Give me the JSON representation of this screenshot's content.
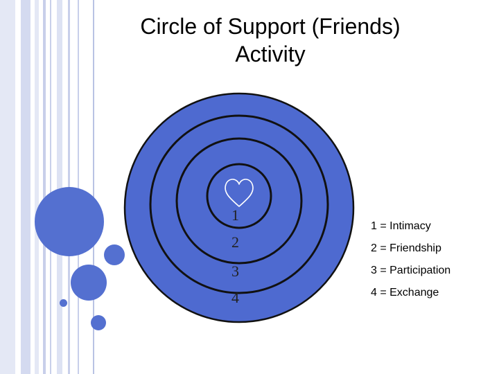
{
  "title": {
    "line1": "Circle of Support (Friends)",
    "line2": "Activity"
  },
  "colors": {
    "circle_fill": "#4e6ad0",
    "ring_stroke": "#111111",
    "stripe_dark": "#c8cfea",
    "stripe_light": "#e4e8f5",
    "dot": "#5470d0"
  },
  "diagram": {
    "center_icon": "heart-outline-icon",
    "ring_numbers": [
      "1",
      "2",
      "3",
      "4"
    ]
  },
  "legend": [
    {
      "text": "1 = Intimacy"
    },
    {
      "text": "2 = Friendship"
    },
    {
      "text": "3 = Participation"
    },
    {
      "text": "4 = Exchange"
    }
  ]
}
